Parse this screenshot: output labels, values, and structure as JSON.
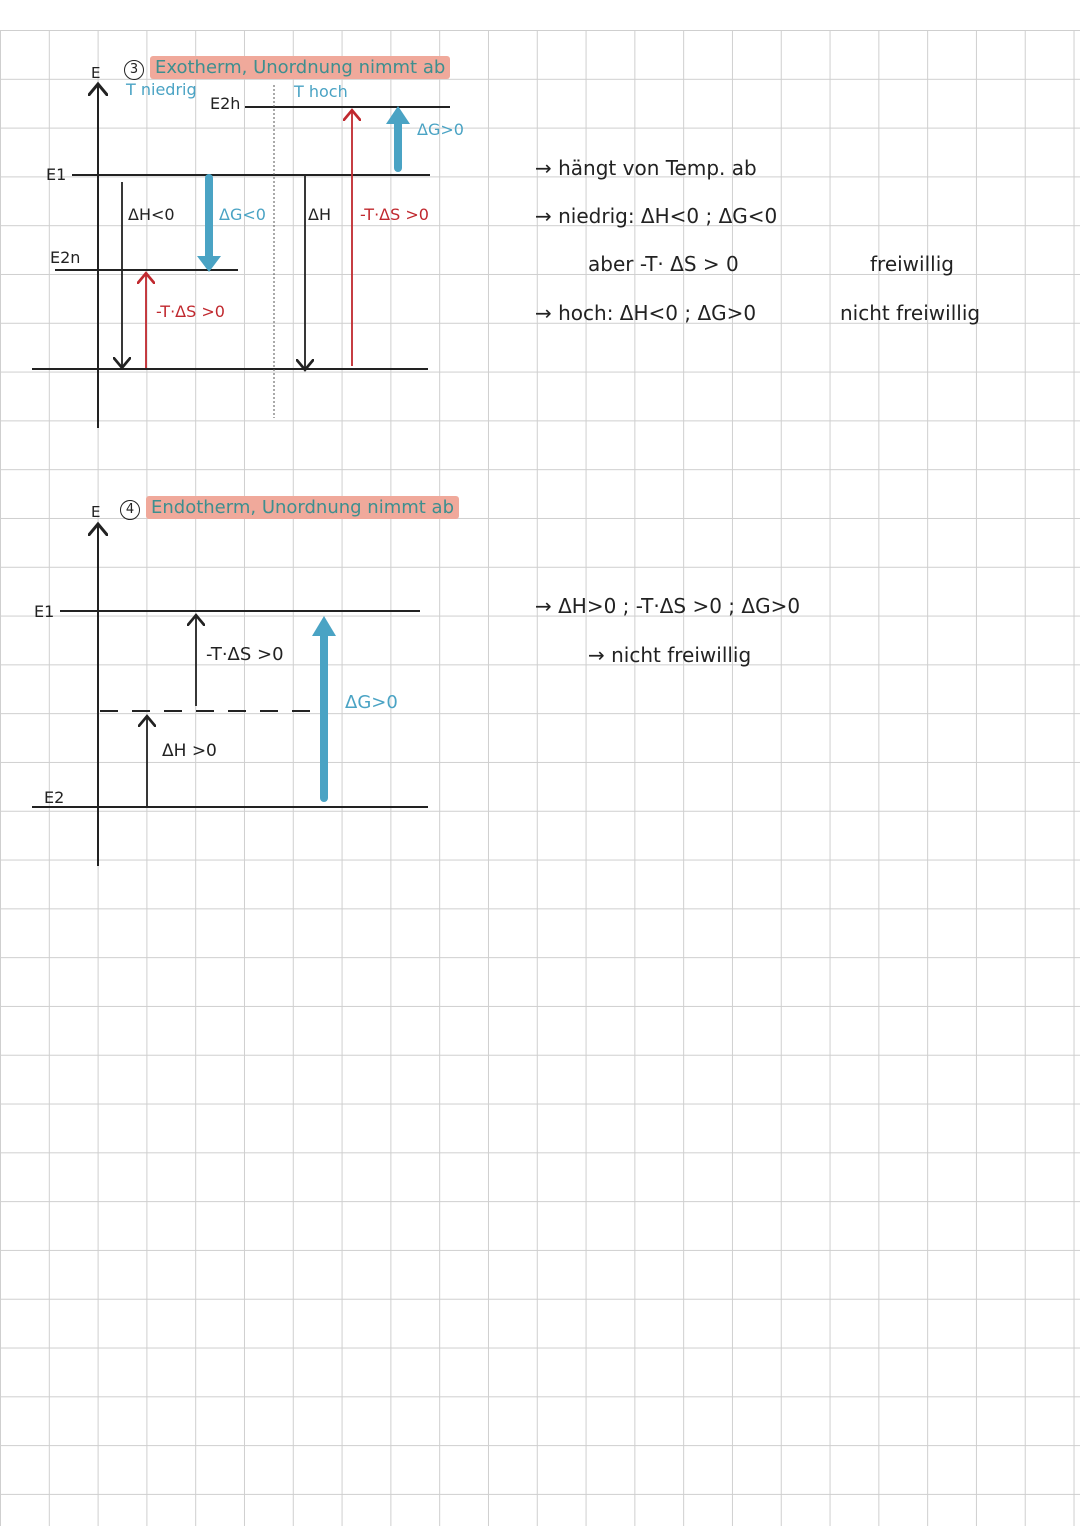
{
  "diagram3": {
    "number": "3",
    "title": "Exotherm, Unordnung nimmt ab",
    "axis": "E",
    "t_low": "T niedrig",
    "t_high": "T hoch",
    "e1": "E1",
    "e2n": "E2n",
    "e2h": "E2h",
    "dh_low": "ΔH<0",
    "dg_low": "ΔG<0",
    "ts_low": "-T·ΔS >0",
    "dh_high": "ΔH",
    "ts_high": "-T·ΔS >0",
    "dg_high": "ΔG>0"
  },
  "notes3": {
    "line1": "→ hängt von Temp. ab",
    "line2": "→ niedrig:  ΔH<0 ;  ΔG<0",
    "line3": "aber  -T· ΔS > 0",
    "line3_result": "freiwillig",
    "line4": "→ hoch:  ΔH<0 ;  ΔG>0",
    "line4_result": "nicht freiwillig"
  },
  "diagram4": {
    "number": "4",
    "title": "Endotherm, Unordnung nimmt ab",
    "axis": "E",
    "e1": "E1",
    "e2": "E2",
    "ts": "-T·ΔS >0",
    "dh": "ΔH >0",
    "dg": "ΔG>0"
  },
  "notes4": {
    "line1": "→  ΔH>0 ;   -T·ΔS >0  ;  ΔG>0",
    "line2": "→ nicht  freiwillig"
  },
  "colors": {
    "blue": "#4aa3c4",
    "red": "#c0282e",
    "highlight": "#f0a99b"
  }
}
